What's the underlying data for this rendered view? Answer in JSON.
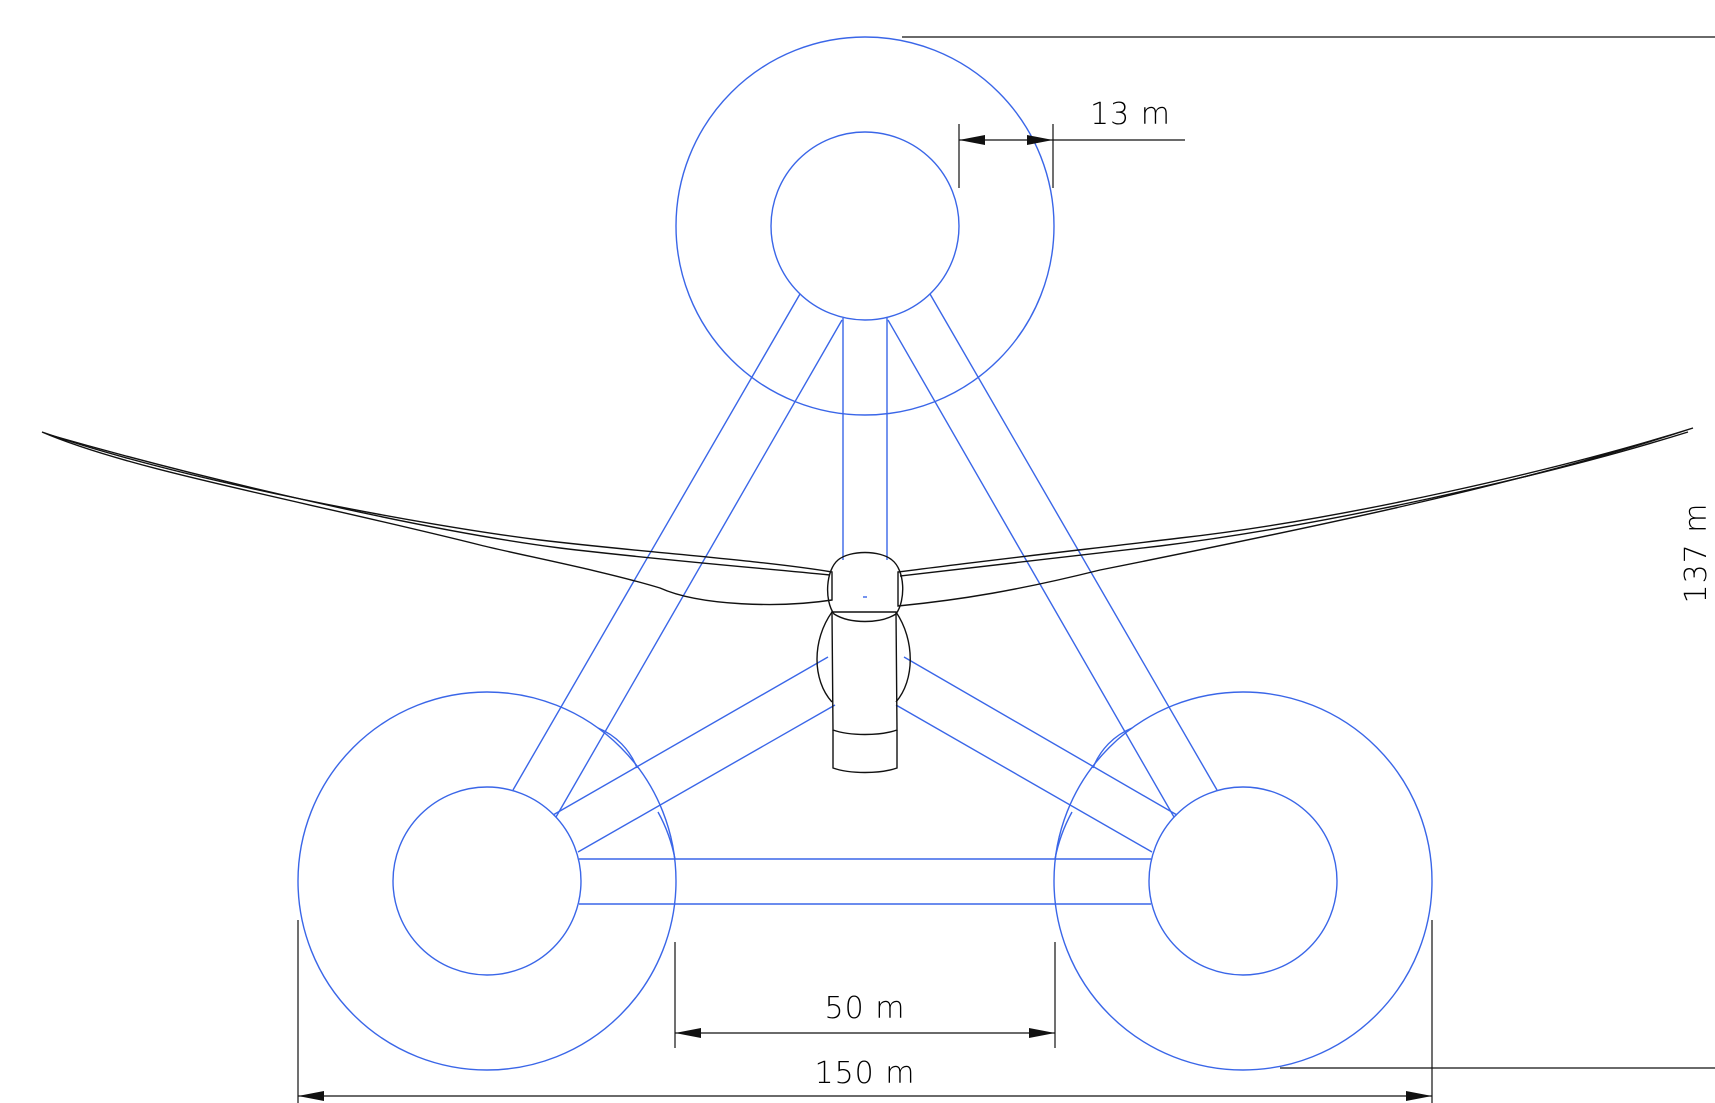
{
  "colors": {
    "structure": "#3a66e8",
    "turbine": "#111111",
    "dimension": "#111111",
    "background": "#ffffff"
  },
  "dimensions": {
    "offset_label": "13 m",
    "height_label": "137 m",
    "gap_label": "50 m",
    "width_label": "150 m"
  }
}
